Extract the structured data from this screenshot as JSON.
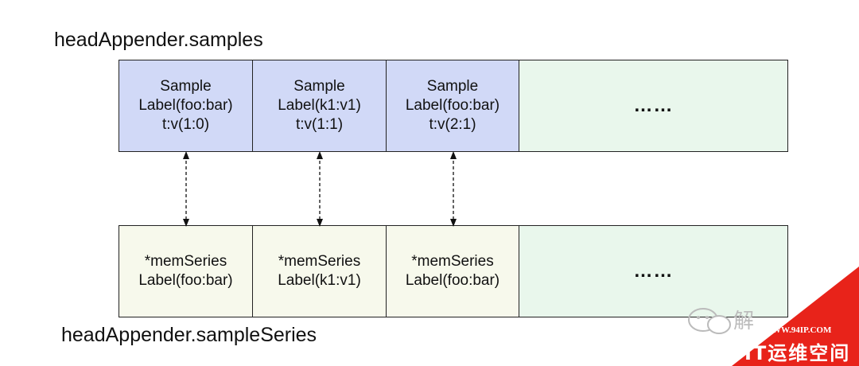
{
  "diagram": {
    "top_title": "headAppender.samples",
    "bottom_title": "headAppender.sampleSeries",
    "samples": [
      {
        "line1": "Sample",
        "line2": "Label(foo:bar)",
        "line3": "t:v(1:0)"
      },
      {
        "line1": "Sample",
        "line2": "Label(k1:v1)",
        "line3": "t:v(1:1)"
      },
      {
        "line1": "Sample",
        "line2": "Label(foo:bar)",
        "line3": "t:v(2:1)"
      }
    ],
    "series": [
      {
        "line1": "*memSeries",
        "line2": "Label(foo:bar)"
      },
      {
        "line1": "*memSeries",
        "line2": "Label(k1:v1)"
      },
      {
        "line1": "*memSeries",
        "line2": "Label(foo:bar)"
      }
    ],
    "ellipsis": "……"
  },
  "colors": {
    "sample_fill": "#d1d9f7",
    "series_fill": "#f7f9ec",
    "rest_fill": "#e9f7ec",
    "watermark_red": "#e8231a"
  },
  "watermark": {
    "url": "WWW.94IP.COM",
    "brand": "IT运维空间",
    "partial_text": "解"
  }
}
